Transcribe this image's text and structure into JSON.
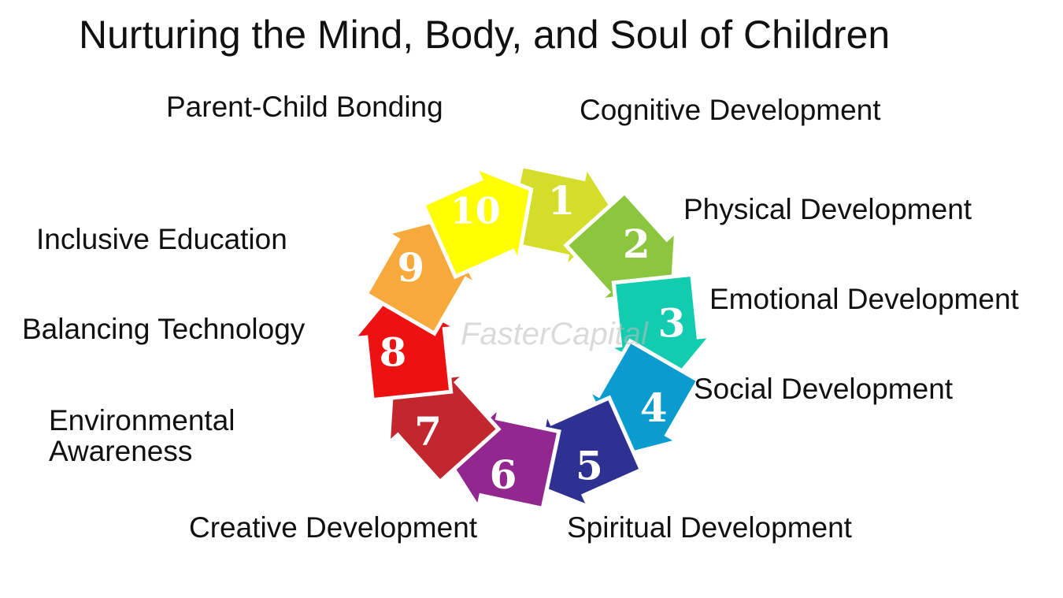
{
  "title": "Nurturing the Mind, Body, and Soul of Children",
  "watermark": "FasterCapital",
  "segments": [
    {
      "number": "1",
      "label": "Cognitive Development",
      "color": "#d4dd2a"
    },
    {
      "number": "2",
      "label": "Physical Development",
      "color": "#8cc63f"
    },
    {
      "number": "3",
      "label": "Emotional Development",
      "color": "#12ccb0"
    },
    {
      "number": "4",
      "label": "Social Development",
      "color": "#0a9ccf"
    },
    {
      "number": "5",
      "label": "Spiritual Development",
      "color": "#2e3092"
    },
    {
      "number": "6",
      "label": "Creative Development",
      "color": "#92278f"
    },
    {
      "number": "7",
      "label": "Environmental Awareness",
      "color": "#c1272d"
    },
    {
      "number": "8",
      "label": "Balancing Technology",
      "color": "#ee1111"
    },
    {
      "number": "9",
      "label": "Inclusive Education",
      "color": "#f7a93b"
    },
    {
      "number": "10",
      "label": "Parent-Child Bonding",
      "color": "#ffff00"
    }
  ]
}
